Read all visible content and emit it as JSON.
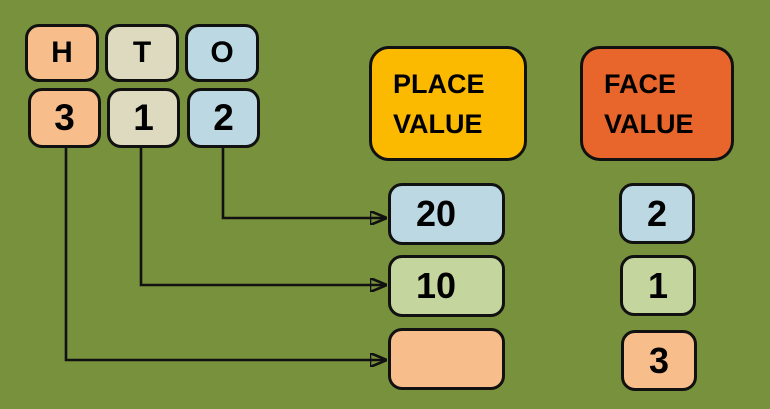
{
  "colors": {
    "background": "#78913D",
    "peach": "#F7BE8C",
    "beige": "#DEDAC0",
    "blue": "#BCD9E3",
    "green": "#C4D69E",
    "gold": "#FBBA00",
    "orange_red": "#E8662C",
    "line": "#111111"
  },
  "digit_grid": {
    "columns": [
      {
        "place_letter": "H",
        "digit": "3"
      },
      {
        "place_letter": "T",
        "digit": "1"
      },
      {
        "place_letter": "O",
        "digit": "2"
      }
    ],
    "number_shown": "312"
  },
  "headers": {
    "place_value": {
      "line1": "PLACE",
      "line2": "VALUE"
    },
    "face_value": {
      "line1": "FACE",
      "line2": "VALUE"
    }
  },
  "place_value_boxes": [
    {
      "value": "20"
    },
    {
      "value": "10"
    },
    {
      "value": ""
    }
  ],
  "face_value_boxes": [
    {
      "value": "2"
    },
    {
      "value": "1"
    },
    {
      "value": "3"
    }
  ]
}
